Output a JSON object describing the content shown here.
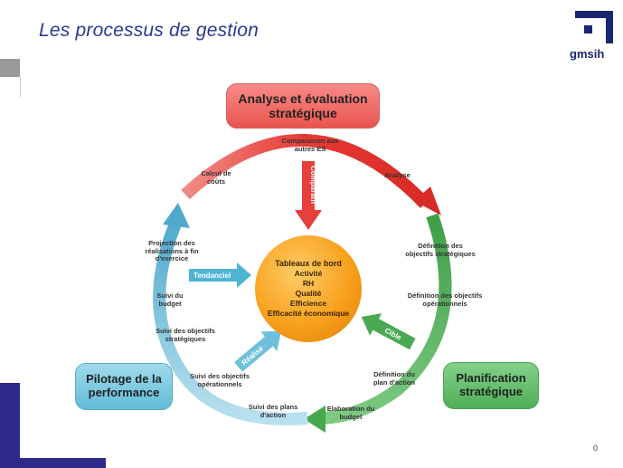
{
  "title": "Les processus de gestion",
  "logo": {
    "text": "gmsih"
  },
  "page_number": "0",
  "stages": {
    "analyse": "Analyse et évaluation stratégique",
    "planification": "Planification stratégique",
    "pilotage": "Pilotage de la performance"
  },
  "center": {
    "title": "Tableaux de bord",
    "items": [
      "Activité",
      "RH",
      "Qualité",
      "Efficience",
      "Efficacité économique"
    ]
  },
  "arrows": {
    "comparatif": "Comparatif",
    "tendanciel": "Tendanciel",
    "cible": "Cible",
    "realise": "Réalisé"
  },
  "labels": {
    "comparaison": "Comparaison aux autres ES",
    "calcul_couts": "Calcul de coûts",
    "analyse": "Analyse",
    "def_obj_strat": "Définition des objectifs stratégiques",
    "def_obj_oper": "Définition des objectifs opérationnels",
    "def_plan": "Définition du plan d'action",
    "elaboration_budget": "Elaboration du budget",
    "suivi_plans": "Suivi des plans d'action",
    "suivi_obj_oper": "Suivi des objectifs opérationnels",
    "suivi_obj_strat": "Suivi des objectifs stratégiques",
    "suivi_budget": "Suivi du budget",
    "projection": "Projection des réalisations à fin d'exercice"
  },
  "colors": {
    "title": "#2b3a8f",
    "red": "#e9403b",
    "green": "#45a84e",
    "blue": "#5eb7d6",
    "orange": "#f7a11d",
    "navy": "#2e2a8c"
  }
}
